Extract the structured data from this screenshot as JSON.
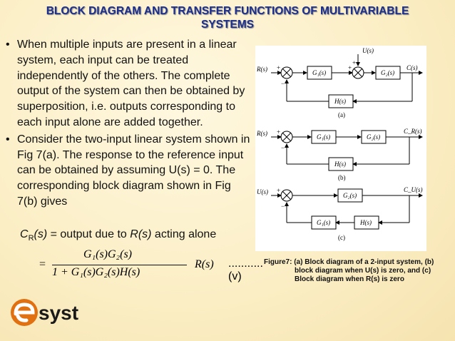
{
  "title_line1": "BLOCK DIAGRAM AND TRANSFER FUNCTIONS OF MULTIVARIABLE",
  "title_line2": "SYSTEMS",
  "bullets": [
    "When multiple inputs are present in a linear system, each input can be treated independently of the others. The complete output of the system can then be obtained by superposition, i.e. outputs corresponding to each input alone are added together.",
    "Consider the two-input linear system shown in Fig 7(a). The response to the reference input can be obtained by assuming U(s) = 0. The corresponding block diagram shown in Fig 7(b) gives"
  ],
  "definition": {
    "c": "C",
    "sub": "R",
    "s": "(s)",
    "mid": " = output due to ",
    "r": "R(s)",
    "tail": " acting alone"
  },
  "formula": {
    "equals": "=",
    "numerator": "G₁(s)G₂(s)",
    "denominator": "1 + G₁(s)G₂(s)H(s)",
    "input": "R(s)",
    "tag": "...........(v)"
  },
  "diagram": {
    "a": {
      "in": "R(s)",
      "dist": "U(s)",
      "g1": "G₁(s)",
      "g2": "G₂(s)",
      "h": "H(s)",
      "out": "C(s)",
      "label": "(a)",
      "plus1": "+",
      "minus1": "−",
      "plus2": "+",
      "plus3": "+"
    },
    "b": {
      "in": "R(s)",
      "g1": "G₁(s)",
      "g2": "G₂(s)",
      "h": "H(s)",
      "out": "C_R(s)",
      "label": "(b)",
      "plus": "+",
      "minus": "−"
    },
    "c": {
      "in": "U(s)",
      "g2": "G₂(s)",
      "g1": "G₁(s)",
      "h": "H(s)",
      "out": "C_U(s)",
      "label": "(c)",
      "plus": "+",
      "minus": "−"
    }
  },
  "caption": [
    "Figure7: (a) Block diagram of a 2-input system, (b)",
    "block diagram when U(s) is  zero, and  (c)",
    "Block diagram when R(s) is zero"
  ],
  "logo": {
    "text": "syst",
    "accent": "#e07010",
    "dark": "#1a1a1a"
  }
}
